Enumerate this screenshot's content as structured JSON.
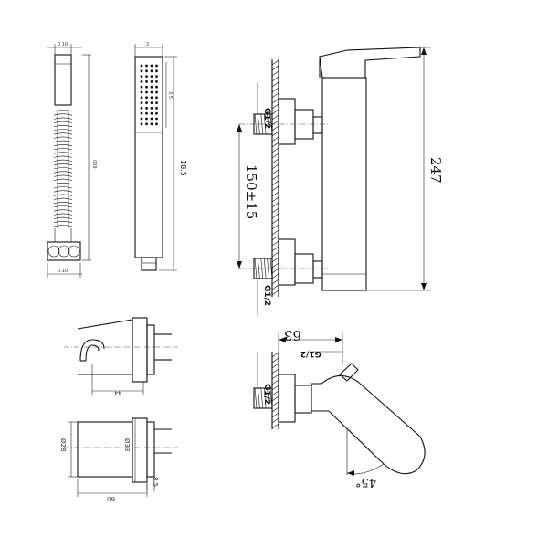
{
  "dimensions": {
    "hose_width_top": "0.10",
    "hose_length": "009",
    "hose_width_bottom": "0.10",
    "handshower_top": "2",
    "handshower_face": "3.5",
    "handshower_length": "18.5",
    "thread_top": "G1/2",
    "thread_bottom": "G1/2",
    "centres": "150±15",
    "height": "247",
    "spout_reach": "63",
    "spout_thread": "G1/2",
    "spout_side_thread": "G1/2",
    "spout_angle": "45°",
    "holder_depth": "44",
    "holder_outer_dia": "Ø28",
    "holder_inner_dia": "Ø33",
    "holder_width": "60",
    "holder_wall": "8.5"
  }
}
